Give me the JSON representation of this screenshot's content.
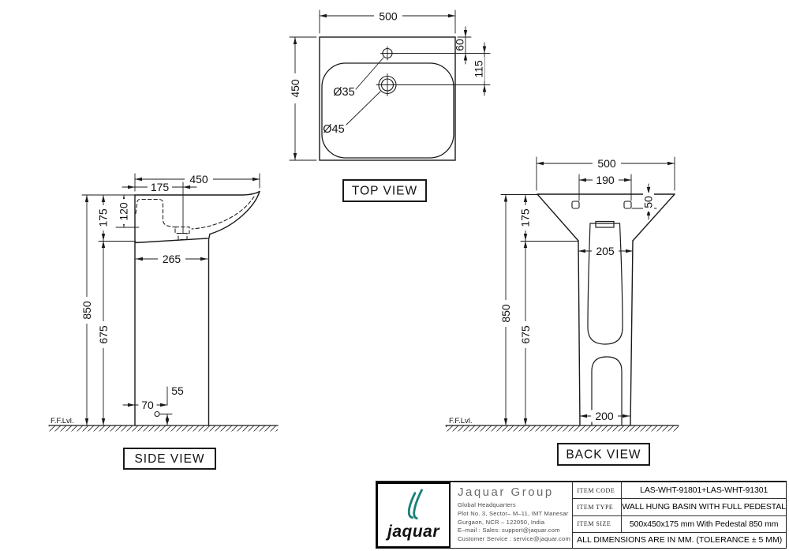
{
  "drawing": {
    "views": {
      "top": {
        "label": "TOP VIEW",
        "dims": {
          "overall_width": "500",
          "overall_depth": "450",
          "faucet_hole_from_edge": "60",
          "faucet_to_overflow": "115",
          "faucet_hole_dia": "Ø35",
          "overflow_hole_dia": "Ø45"
        }
      },
      "side": {
        "label": "SIDE VIEW",
        "floor_level_label": "F.F.Lvl.",
        "dims": {
          "overall_depth": "450",
          "faucet_center_from_wall": "175",
          "basin_section_height": "175",
          "bowl_depth": "120",
          "pedestal_depth": "265",
          "overall_height": "850",
          "height_under_basin": "675",
          "fixing_hole_height": "55",
          "fixing_hole_from_wall": "70"
        }
      },
      "back": {
        "label": "BACK VIEW",
        "floor_level_label": "F.F.Lvl.",
        "dims": {
          "overall_width": "500",
          "fixing_hole_spacing": "190",
          "fixing_hole_from_top": "50",
          "basin_section_height": "175",
          "pedestal_top_width": "205",
          "overall_height": "850",
          "height_under_basin": "675",
          "pedestal_base_width": "200"
        }
      }
    }
  },
  "title_block": {
    "logo": {
      "brand": "jaquar",
      "color": "#1b8278"
    },
    "company": {
      "name": "Jaquar Group",
      "address_lines": [
        "Global Headquarters",
        "Plot No. 3, Sector– M–11, IMT Manesar",
        "Gurgaon, NCR – 122050, India",
        "E–mail : Sales: support@jaquar.com",
        "Customer Service : service@jaquar.com"
      ]
    },
    "fields": [
      {
        "label": "ITEM CODE",
        "value": "LAS-WHT-91801+LAS-WHT-91301"
      },
      {
        "label": "ITEM TYPE",
        "value": "WALL HUNG BASIN WITH FULL PEDESTAL"
      },
      {
        "label": "ITEM SIZE",
        "value": "500x450x175 mm With Pedestal 850 mm"
      }
    ],
    "note": "ALL DIMENSIONS ARE IN MM. (TOLERANCE ± 5 MM)"
  }
}
